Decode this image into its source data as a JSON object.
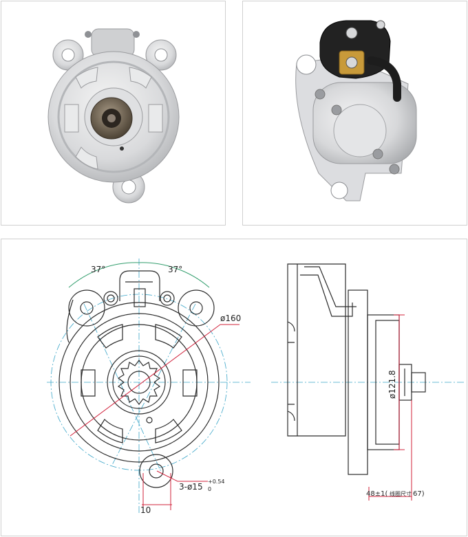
{
  "photos": {
    "front_view": "starter motor front view (pinion gear side)",
    "rear_view": "starter motor rear view (solenoid side)"
  },
  "drawing": {
    "angle_left": "37°",
    "angle_right": "37°",
    "diameter_flange": "ø160",
    "holes_label": "3-ø15",
    "holes_tol_upper": "+0.54",
    "holes_tol_lower": "0",
    "offset_label": "10",
    "pilot_diameter": "ø121.8",
    "length_label": "48±1(",
    "length_note": "线圈尺寸",
    "length_value": "67)"
  },
  "colors": {
    "line": "#2b2b2b",
    "dimension": "#d0203a",
    "centerline": "#3aa5c8",
    "arc": "#2e9c6a"
  }
}
